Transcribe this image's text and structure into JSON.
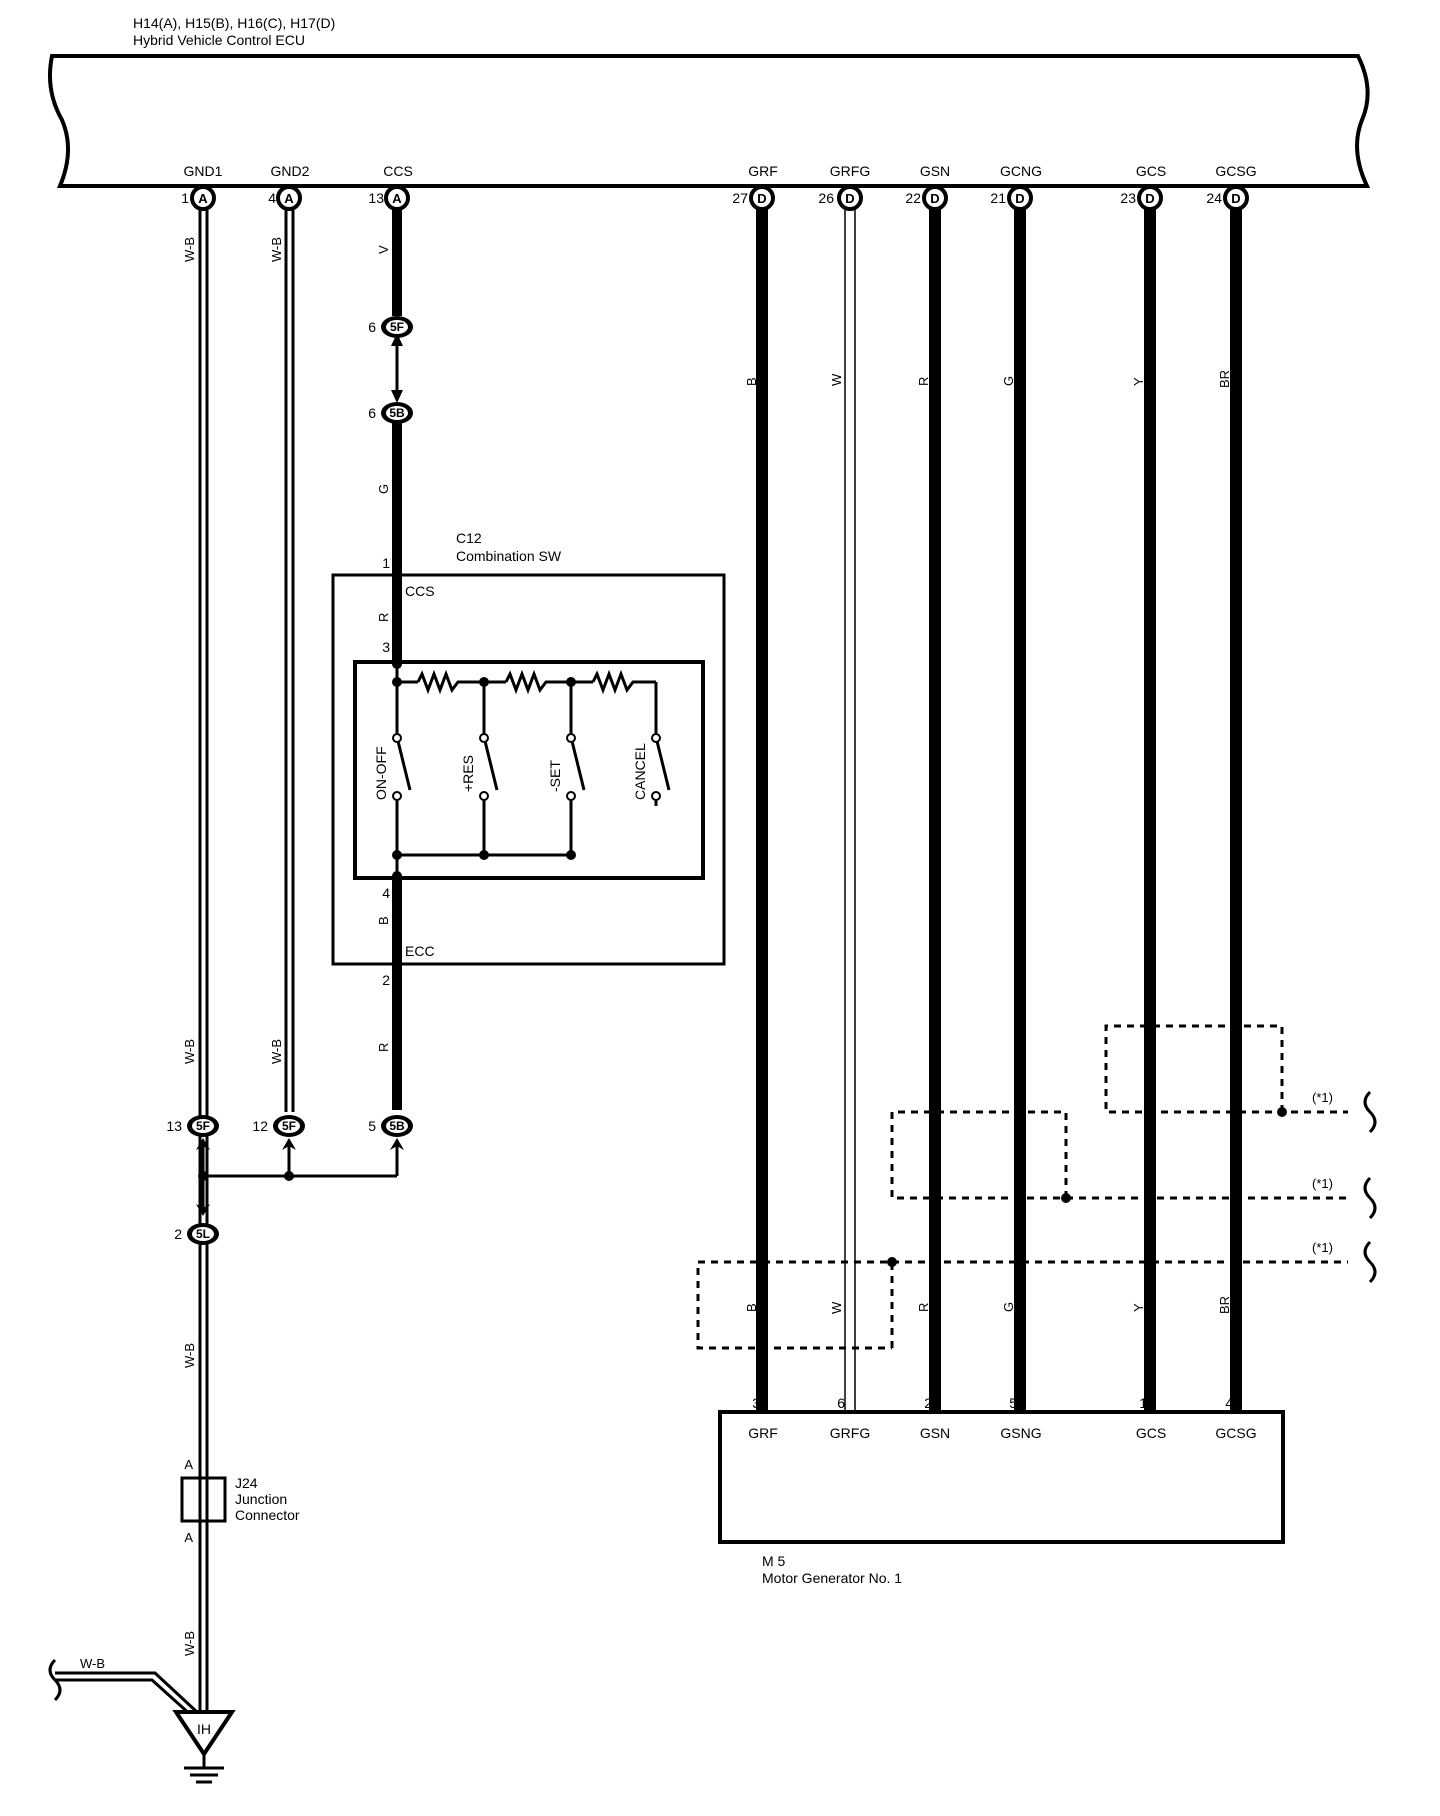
{
  "ecu": {
    "connectors": "H14(A), H15(B), H16(C), H17(D)",
    "name": "Hybrid Vehicle Control ECU",
    "pins": [
      {
        "name": "GND1",
        "num": "1",
        "conn": "A",
        "color": "W-B"
      },
      {
        "name": "GND2",
        "num": "4",
        "conn": "A",
        "color": "W-B"
      },
      {
        "name": "CCS",
        "num": "13",
        "conn": "A",
        "color": "V"
      },
      {
        "name": "GRF",
        "num": "27",
        "conn": "D",
        "color": "B"
      },
      {
        "name": "GRFG",
        "num": "26",
        "conn": "D",
        "color": "W"
      },
      {
        "name": "GSN",
        "num": "22",
        "conn": "D",
        "color": "R"
      },
      {
        "name": "GCNG",
        "num": "21",
        "conn": "D",
        "color": "G"
      },
      {
        "name": "GCS",
        "num": "23",
        "conn": "D",
        "color": "Y"
      },
      {
        "name": "GCSG",
        "num": "24",
        "conn": "D",
        "color": "BR"
      }
    ]
  },
  "junctions": {
    "j5f_top": {
      "num": "6",
      "id": "5F"
    },
    "j5b_top": {
      "num": "6",
      "id": "5B"
    },
    "j5f_13": {
      "num": "13",
      "id": "5F"
    },
    "j5f_12": {
      "num": "12",
      "id": "5F"
    },
    "j5b_5": {
      "num": "5",
      "id": "5B"
    },
    "j5l_2": {
      "num": "2",
      "id": "5L"
    }
  },
  "wire_colors": {
    "ccs_upper": "G",
    "ccs_mid": "R",
    "ecc_mid": "B",
    "ecc_lower": "R",
    "gnd1_upper": "W-B",
    "gnd1_lower": "W-B",
    "gnd2_lower": "W-B",
    "gnd_main_mid": "W-B",
    "gnd_main_low": "W-B",
    "gnd_side": "W-B"
  },
  "combination_switch": {
    "id": "C12",
    "name": "Combination SW",
    "pin_1": "1",
    "pin_3": "3",
    "pin_4": "4",
    "pin_2": "2",
    "ccs_label": "CCS",
    "ecc_label": "ECC",
    "switches": [
      "ON-OFF",
      "+RES",
      "-SET",
      "CANCEL"
    ]
  },
  "junction_connector": {
    "id": "J24",
    "line1": "Junction",
    "line2": "Connector",
    "top_pin": "A",
    "bottom_pin": "A"
  },
  "ground": {
    "label": "IH"
  },
  "shield_note": "(*1)",
  "motor_generator": {
    "id": "M 5",
    "name": "Motor Generator No. 1",
    "pins": [
      {
        "num": "3",
        "name": "GRF",
        "color": "B"
      },
      {
        "num": "6",
        "name": "GRFG",
        "color": "W"
      },
      {
        "num": "2",
        "name": "GSN",
        "color": "R"
      },
      {
        "num": "5",
        "name": "GSNG",
        "color": "G"
      },
      {
        "num": "1",
        "name": "GCS",
        "color": "Y"
      },
      {
        "num": "4",
        "name": "GCSG",
        "color": "BR"
      }
    ]
  }
}
